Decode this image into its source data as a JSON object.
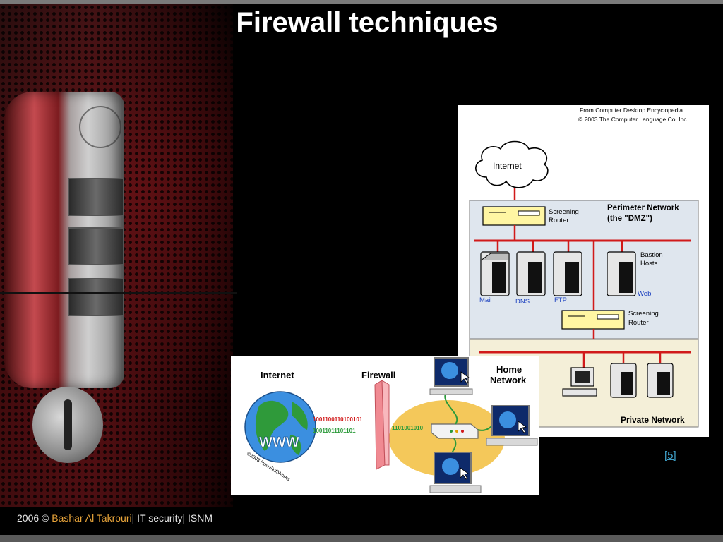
{
  "slide": {
    "title": "Firewall techniques",
    "reference": "[5]",
    "footer": {
      "prefix": "2006 © ",
      "author": "Bashar Al Takrouri",
      "separator1": "|",
      "course": "IT security",
      "separator2": "|",
      "program": "ISNM"
    }
  },
  "dmz_diagram": {
    "credit_line1": "From Computer Desktop Encyclopedia",
    "credit_line2": "© 2003 The Computer Language Co. Inc.",
    "internet_label": "Internet",
    "screening_router_top": [
      "Screening",
      "Router"
    ],
    "perimeter_title": "Perimeter Network",
    "perimeter_subtitle": "(the \"DMZ\")",
    "bastion_label": [
      "Bastion",
      "Hosts"
    ],
    "servers": [
      "Mail",
      "DNS",
      "FTP",
      "Web"
    ],
    "screening_router_bottom": [
      "Screening",
      "Router"
    ],
    "private_network_label": "Private Network"
  },
  "home_diagram": {
    "internet_label": "Internet",
    "firewall_label": "Firewall",
    "home_network_label": [
      "Home",
      "Network"
    ],
    "globe_text": "WWW",
    "copyright": "©2003 HowStuffWorks",
    "binary_top": "1001100110100101",
    "binary_bottom": "10011011101101",
    "binary_right": "1101001010"
  },
  "colors": {
    "title": "#ffffff",
    "footer_author": "#e8a43a",
    "reference_link": "#3fa0c8",
    "router_fill": "#fff6a3",
    "network_line": "#d11a1a",
    "dmz_bg": "#dfe6ee",
    "private_bg": "#f4efd8",
    "home_oval": "#f4c85a"
  }
}
